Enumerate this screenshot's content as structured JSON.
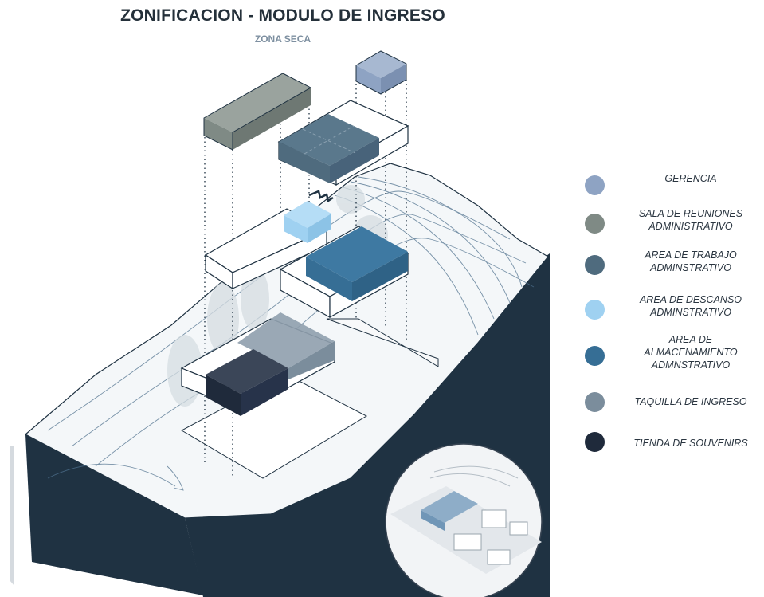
{
  "header": {
    "title": "ZONIFICACION - MODULO DE INGRESO",
    "subtitle": "ZONA SECA"
  },
  "colors": {
    "terrain_side": "#1f3242",
    "terrain_top": "#f4f7f9",
    "contour": "#4d6f8c",
    "gerencia": "#8ea3c3",
    "sala_reuniones": "#7f8a85",
    "area_trabajo": "#4f6b7e",
    "area_descanso": "#9fd1f1",
    "area_almacenamiento": "#366e95",
    "taquilla": "#7b8d9c",
    "tienda": "#1f2a3b"
  },
  "legend": {
    "items": [
      {
        "label": "GERENCIA",
        "color": "#8ea3c3"
      },
      {
        "label": "SALA DE REUNIONES\nADMINISTRATIVO",
        "color": "#7f8a85"
      },
      {
        "label": "AREA DE TRABAJO\nADMINSTRATIVO",
        "color": "#4f6b7e"
      },
      {
        "label": "AREA DE DESCANSO\nADMINSTRATIVO",
        "color": "#9fd1f1"
      },
      {
        "label": "AREA DE\nALMACENAMIENTO\nADMNSTRATIVO",
        "color": "#366e95"
      },
      {
        "label": "TAQUILLA DE INGRESO",
        "color": "#7b8d9c"
      },
      {
        "label": "TIENDA DE SOUVENIRS",
        "color": "#1f2a3b"
      }
    ]
  }
}
